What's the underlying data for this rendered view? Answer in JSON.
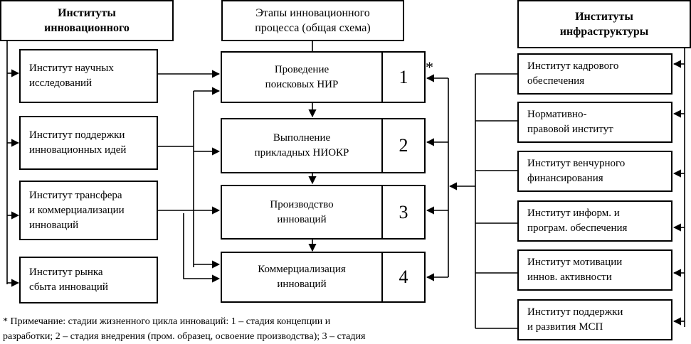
{
  "left_header": "Институты\nинновационного",
  "center_header": "Этапы инновационного\nпроцесса (общая схема)",
  "right_header": "Институты\nинфраструктуры",
  "left_institutes": [
    "Институт научных\nисследований",
    "Институт поддержки\nинновационных идей",
    "Институт трансфера\nи коммерциализации\nинноваций",
    "Институт рынка\nсбыта инноваций"
  ],
  "stages": [
    {
      "label": "Проведение\nпоисковых НИР",
      "number": "1"
    },
    {
      "label": "Выполнение\nприкладных НИОКР",
      "number": "2"
    },
    {
      "label": "Производство\nинноваций",
      "number": "3"
    },
    {
      "label": "Коммерциализация\nинноваций",
      "number": "4"
    }
  ],
  "stage_marker": "*",
  "right_institutes": [
    "Институт кадрового\nобеспечения",
    "Нормативно-\nправовой институт",
    "Институт венчурного\nфинансирования",
    "Институт информ. и\nпрограм. обеспечения",
    "Институт мотивации\nиннов. активности",
    "Институт поддержки\nи развития МСП"
  ],
  "footnote": "* Примечание: стадии жизненного цикла инноваций: 1 – стадия концепции и\nразработки; 2 – стадия внедрения (пром. образец, освоение производства); 3 – стадия"
}
